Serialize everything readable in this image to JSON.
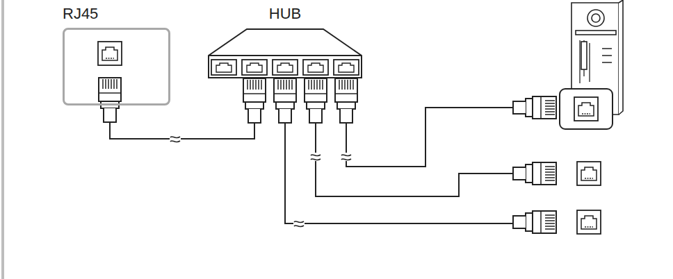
{
  "diagram": {
    "nodes": [
      {
        "text": [
          "RJ45"
        ]
      },
      {
        "text": [
          "HUB"
        ]
      }
    ],
    "edges": [
      {
        "from": 0,
        "to": 1,
        "arrow": "none"
      }
    ]
  }
}
